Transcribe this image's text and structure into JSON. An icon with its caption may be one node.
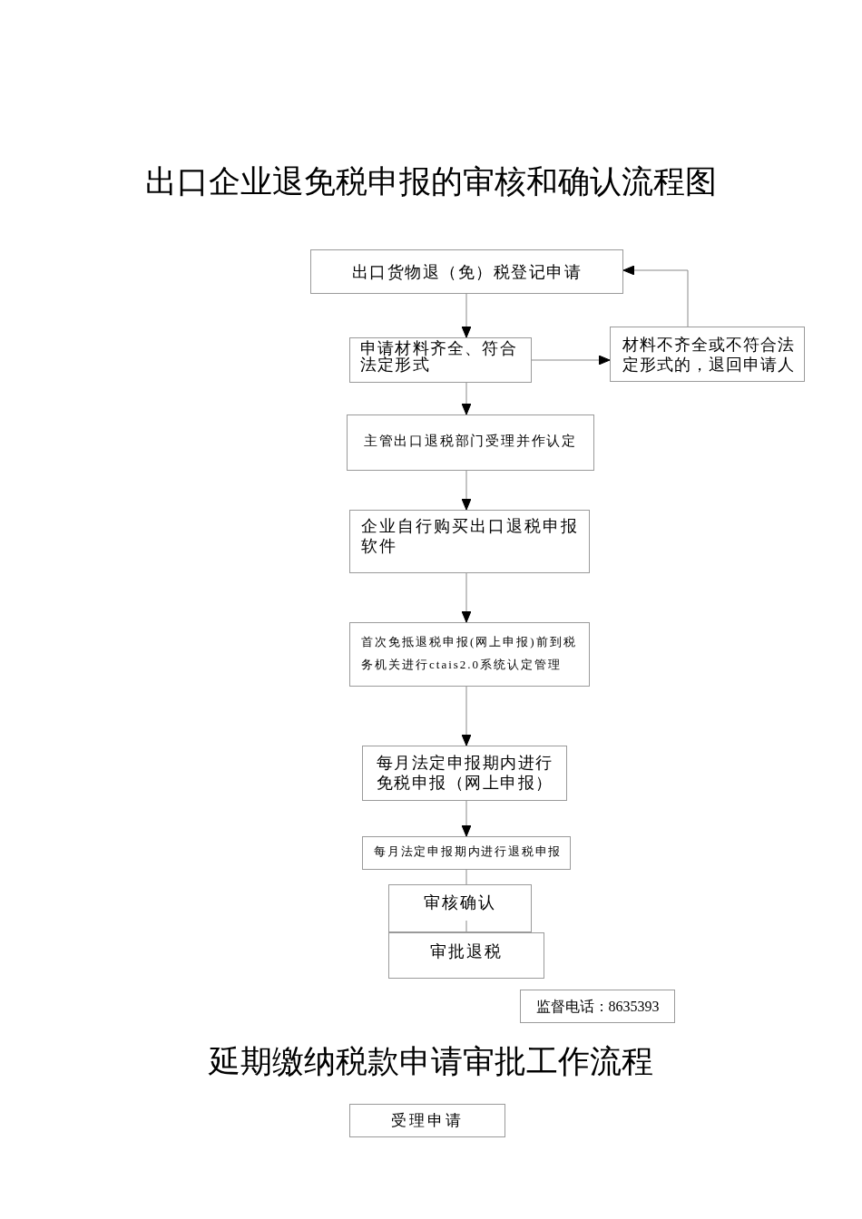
{
  "diagram": {
    "title": "出口企业退免税申报的审核和确认流程图",
    "nodes": [
      {
        "text": [
          "出口货物退（免）税登记申请"
        ]
      },
      {
        "text": [
          "申请材料齐全、符合法定形式"
        ]
      },
      {
        "text": [
          "材料不齐全或不符合法定形式的，退回申请人"
        ]
      },
      {
        "text": [
          "主管出口退税部门受理并作认定"
        ]
      },
      {
        "text": [
          "企业自行购买出口退税申报软件"
        ]
      },
      {
        "text": [
          "首次免抵退税申报(网上申报)前到税务机关进行ctais2.0系统认定管理"
        ]
      },
      {
        "text": [
          "每月法定申报期内进行免税申报（网上申报）"
        ]
      },
      {
        "text": [
          "每月法定申报期内进行退税申报"
        ]
      },
      {
        "text": [
          "审核确认"
        ]
      },
      {
        "text": [
          "审批退税"
        ]
      },
      {
        "text": [
          "监督电话：8635393"
        ]
      },
      {
        "text": [
          "受理申请"
        ]
      }
    ],
    "edges": [
      {
        "from": 0,
        "to": 1,
        "arrow": "to"
      },
      {
        "from": 1,
        "to": 2,
        "arrow": "to"
      },
      {
        "from": 2,
        "to": 0,
        "arrow": "to"
      },
      {
        "from": 1,
        "to": 3,
        "arrow": "to"
      },
      {
        "from": 3,
        "to": 4,
        "arrow": "to"
      },
      {
        "from": 4,
        "to": 5,
        "arrow": "to"
      },
      {
        "from": 5,
        "to": 6,
        "arrow": "to"
      },
      {
        "from": 6,
        "to": 7,
        "arrow": "to"
      },
      {
        "from": 7,
        "to": 8,
        "arrow": "none"
      },
      {
        "from": 8,
        "to": 9,
        "arrow": "none"
      }
    ],
    "labels": [
      "延期缴纳税款申请审批工作流程"
    ]
  }
}
